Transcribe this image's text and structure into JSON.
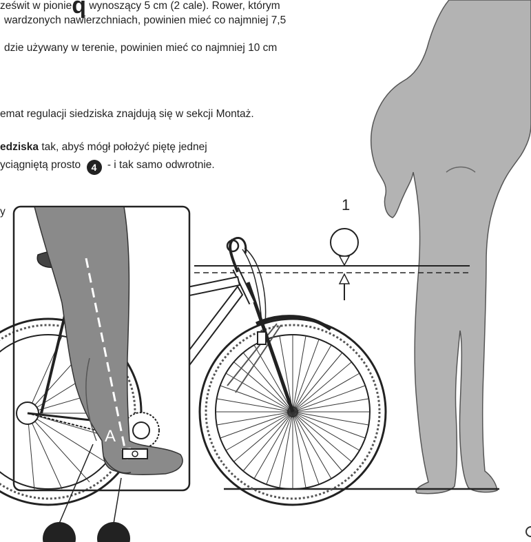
{
  "text": {
    "line1_a": "ześwit w pionie",
    "line1_q": "q",
    "line1_b": "wynoszący 5 cm (2 cale). Rower, którym",
    "line2": "wardzonych nawierzchniach, powinien mieć co najmniej 7,5",
    "line3": "dzie używany w terenie, powinien mieć co najmniej 10 cm",
    "line4": "emat regulacji siedziska znajdują się w sekcji Montaż.",
    "line5_bold": "edziska",
    "line5_rest": " tak, abyś mógł położyć piętę jednej",
    "line6_a": "yciągniętą prosto",
    "line6_badge": "4",
    "line6_b": "- i tak samo odwrotnie.",
    "line7": "y"
  },
  "diagram": {
    "label_1": "1",
    "label_a": "A"
  },
  "colors": {
    "silhouette": "#b3b3b3",
    "leg": "#8a8a8a",
    "ink": "#222222"
  }
}
